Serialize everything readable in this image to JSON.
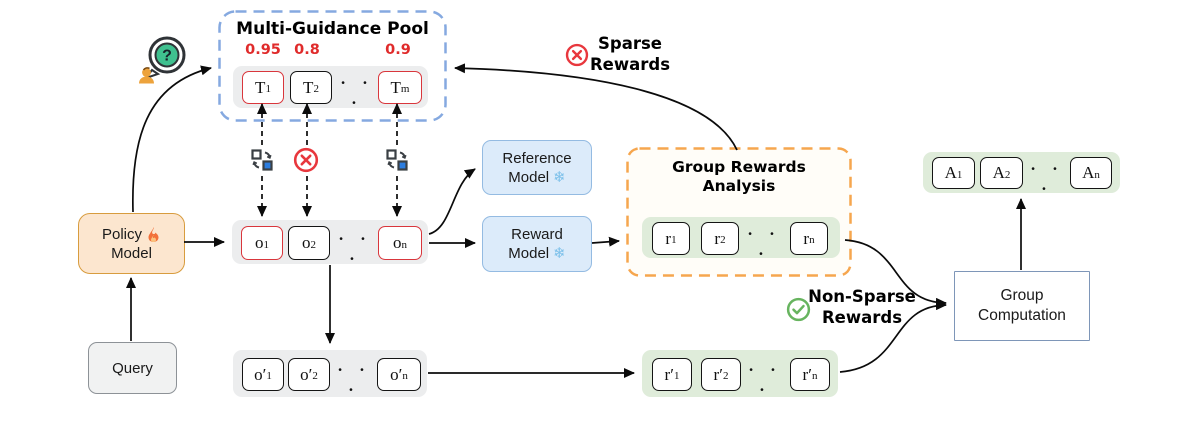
{
  "pool": {
    "title": "Multi-Guidance Pool",
    "scores": [
      "0.95",
      "0.8",
      "0.9"
    ],
    "tokens": [
      {
        "base": "T",
        "sub": "1"
      },
      {
        "base": "T",
        "sub": "2"
      },
      {
        "base": "T",
        "sub": "m"
      }
    ]
  },
  "policy": {
    "line1": "Policy",
    "line2": "Model"
  },
  "query": {
    "label": "Query"
  },
  "outputs": {
    "tokens": [
      {
        "base": "o",
        "sub": "1"
      },
      {
        "base": "o",
        "sub": "2"
      },
      {
        "base": "o",
        "sub": "n"
      }
    ]
  },
  "outputs_prime": {
    "tokens": [
      {
        "base": "o′",
        "sub": "1"
      },
      {
        "base": "o′",
        "sub": "2"
      },
      {
        "base": "o′",
        "sub": "n"
      }
    ]
  },
  "reference_model": {
    "line1": "Reference",
    "line2": "Model"
  },
  "reward_model": {
    "line1": "Reward",
    "line2": "Model"
  },
  "group_rewards": {
    "title_line1": "Group Rewards",
    "title_line2": "Analysis",
    "tokens": [
      {
        "base": "r",
        "sub": "1"
      },
      {
        "base": "r",
        "sub": "2"
      },
      {
        "base": "r",
        "sub": "n"
      }
    ]
  },
  "rewards_prime": {
    "tokens": [
      {
        "base": "r′",
        "sub": "1"
      },
      {
        "base": "r′",
        "sub": "2"
      },
      {
        "base": "r′",
        "sub": "n"
      }
    ]
  },
  "advantages": {
    "tokens": [
      {
        "base": "A",
        "sub": "1"
      },
      {
        "base": "A",
        "sub": "2"
      },
      {
        "base": "A",
        "sub": "n"
      }
    ]
  },
  "group_computation": {
    "line1": "Group",
    "line2": "Computation"
  },
  "labels": {
    "sparse_line1": "Sparse",
    "sparse_line2": "Rewards",
    "non_sparse_line1": "Non-Sparse",
    "non_sparse_line2": "Rewards"
  },
  "glyphs": {
    "ellipsis": "· · ·",
    "question": "?",
    "snowflake": "❄"
  },
  "colors": {
    "pool_border_blue": "#85a9e0",
    "group_rewards_border_orange": "#f6a64e",
    "token_red_border": "#d9363c",
    "score_red": "#e02b2b",
    "policy_fill": "#fce6cf",
    "policy_border": "#d89c3e",
    "model_blue_fill": "#dcebfa",
    "model_blue_border": "#94bbe2",
    "strip_gray": "#ecedee",
    "strip_green": "#dfecda",
    "cross_red": "#e8373d",
    "check_green": "#67b45f",
    "snowflake_blue": "#7cc0ea",
    "flame_orange": "#f2703a",
    "bubble_green": "#3fc08f",
    "person_orange": "#eda33c",
    "swap_blue": "#2b7de0"
  }
}
